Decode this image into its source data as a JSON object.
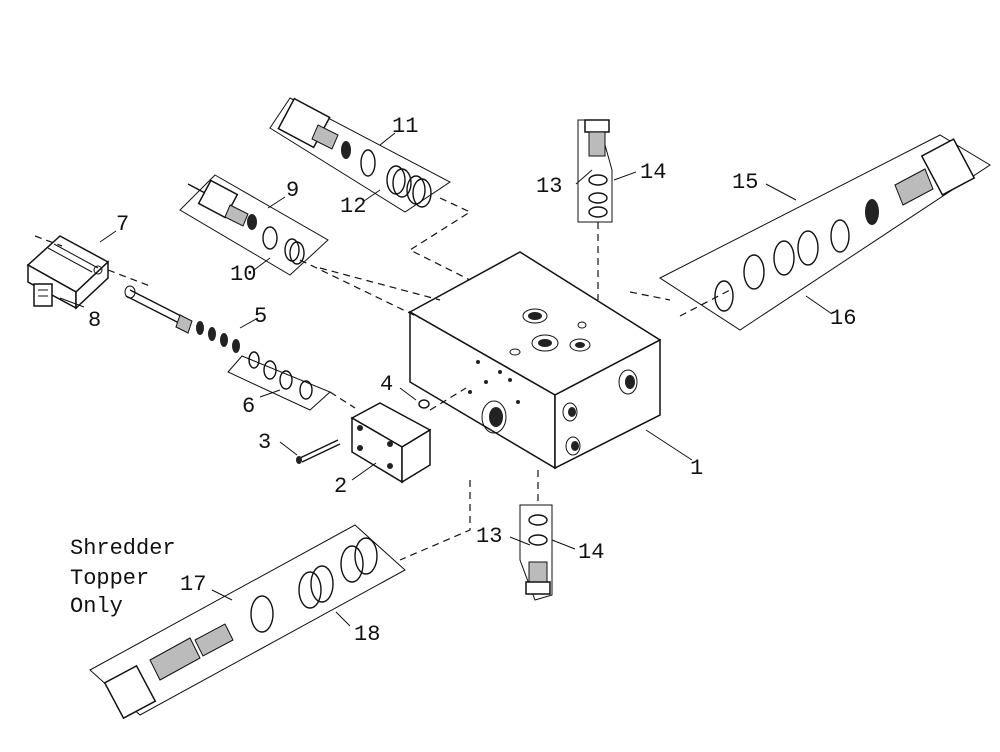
{
  "labels": {
    "l1": "1",
    "l2": "2",
    "l3": "3",
    "l4": "4",
    "l5": "5",
    "l6": "6",
    "l7": "7",
    "l8": "8",
    "l9": "9",
    "l10": "10",
    "l11": "11",
    "l12": "12",
    "l13a": "13",
    "l14a": "14",
    "l13b": "13",
    "l14b": "14",
    "l15": "15",
    "l16": "16",
    "l17": "17",
    "l18": "18"
  },
  "note": {
    "line1": "Shredder",
    "line2": "Topper",
    "line3": "Only"
  }
}
